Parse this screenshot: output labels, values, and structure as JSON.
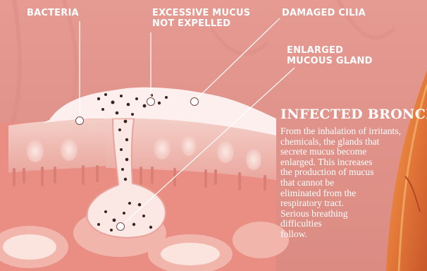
{
  "labels": {
    "bacteria": "BACTERIA",
    "mucus_line1": "EXCESSIVE MUCUS",
    "mucus_line2": "NOT EXPELLED",
    "cilia": "DAMAGED CILIA",
    "gland_line1": "ENLARGED",
    "gland_line2": "MUCOUS GLAND"
  },
  "info": {
    "title": "INFECTED BRONCHI",
    "lines": [
      "From the inhalation of irritants,",
      "chemicals, the glands that",
      "secrete mucus become",
      "enlarged. This increases",
      "the production of mucus",
      "that cannot be",
      "eliminated from the",
      "respiratory tract.",
      "Serious breathing",
      "difficulties",
      "follow."
    ]
  },
  "colors": {
    "background": "#e79b94",
    "tissue": "#f3c7c0",
    "deep_tissue": "#e9877c",
    "mucus": "#fbeeec",
    "bacteria": "#3a2420",
    "pointer": "#ffffff"
  }
}
